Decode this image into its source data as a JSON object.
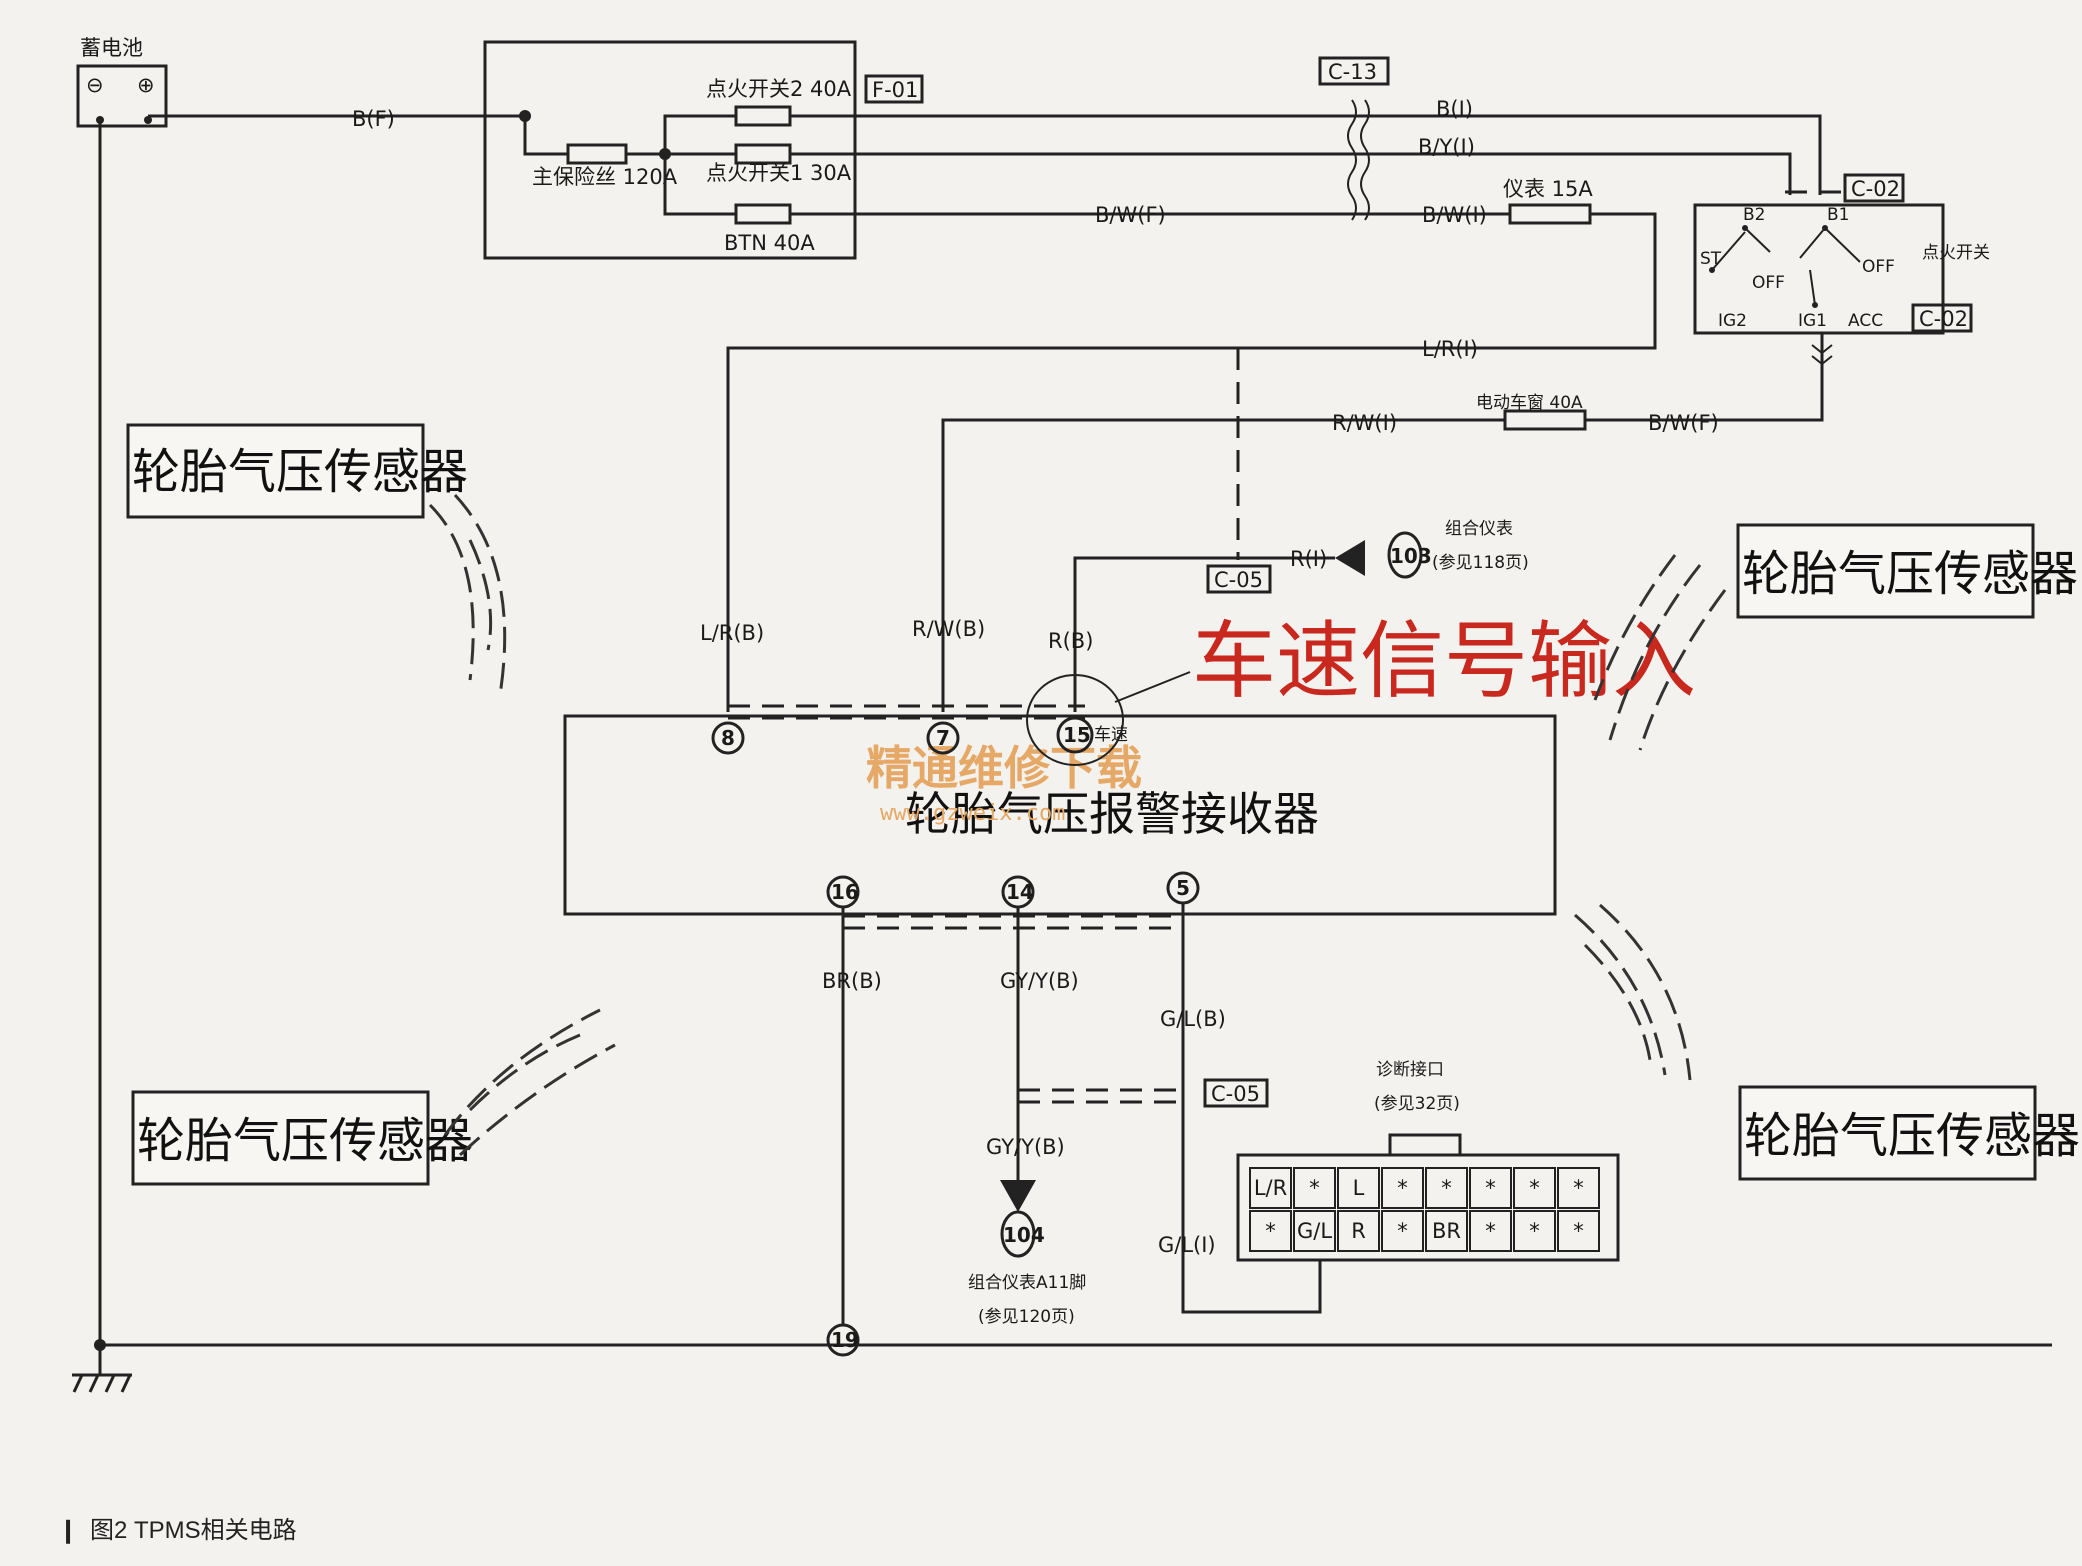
{
  "battery": {
    "label": "蓄电池",
    "minus": "⊖",
    "plus": "⊕"
  },
  "fusebox": {
    "connector": "F-01",
    "fuse_ig2": "点火开关2 40A",
    "fuse_main": "主保险丝 120A",
    "fuse_ig1": "点火开关1 30A",
    "fuse_btn": "BTN 40A"
  },
  "connectors": {
    "c13": "C-13",
    "c02_top": "C-02",
    "c02_bottom": "C-02",
    "c05_top": "C-05",
    "c05_bottom": "C-05"
  },
  "wires": {
    "bf": "B(F)",
    "bi": "B(I)",
    "byi": "B/Y(I)",
    "bwf_left": "B/W(F)",
    "bwi": "B/W(I)",
    "lri": "L/R(I)",
    "rwi": "R/W(I)",
    "bwf_right": "B/W(F)",
    "ri": "R(I)",
    "lrb": "L/R(B)",
    "rwb": "R/W(B)",
    "rb": "R(B)",
    "brb": "BR(B)",
    "gyyb": "GY/Y(B)",
    "glb": "G/L(B)",
    "gyyb2": "GY/Y(B)",
    "gli": "G/L(I)"
  },
  "fuses": {
    "meter": "仪表 15A",
    "window": "电动车窗 40A"
  },
  "ignition": {
    "label": "点火开关",
    "b2": "B2",
    "b1": "B1",
    "st": "ST",
    "off_left": "OFF",
    "off_right": "OFF",
    "ig2": "IG2",
    "ig1": "IG1",
    "acc": "ACC"
  },
  "meter_ref": {
    "num": "103",
    "title": "组合仪表",
    "ref": "(参见118页)"
  },
  "meter_a11": {
    "num": "104",
    "title": "组合仪表A11脚",
    "ref": "(参见120页)"
  },
  "receiver": {
    "title": "轮胎气压报警接收器",
    "speed_tag": "车速"
  },
  "pins": {
    "p8": "8",
    "p7": "7",
    "p15": "15",
    "p16": "16",
    "p14": "14",
    "p5": "5",
    "p19": "19"
  },
  "sensors": {
    "s1": "轮胎气压传感器",
    "s2": "轮胎气压传感器",
    "s3": "轮胎气压传感器",
    "s4": "轮胎气压传感器"
  },
  "speed_callout": "车速信号输入",
  "watermark": {
    "cn": "精通维修下载",
    "url": "www.gzweix.com"
  },
  "diag": {
    "title": "诊断接口",
    "ref": "(参见32页)",
    "row1": [
      "L/R",
      "*",
      "L",
      "*",
      "*",
      "*",
      "*",
      "*"
    ],
    "row2": [
      "*",
      "G/L",
      "R",
      "*",
      "BR",
      "*",
      "*",
      "*"
    ]
  },
  "caption": {
    "marker": "❙",
    "text": "图2  TPMS相关电路"
  }
}
